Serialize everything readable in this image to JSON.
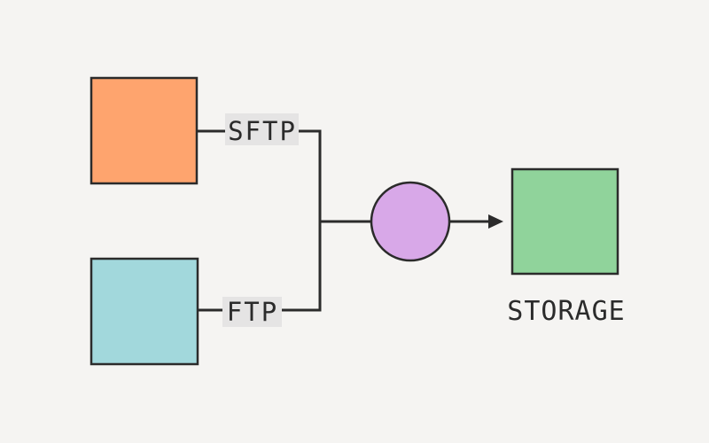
{
  "diagram": {
    "background": "#f5f4f2",
    "line_color": "#2b2b2b",
    "text_color": "#2b2b2b",
    "edge_label_bg": "#e5e4e4",
    "nodes": {
      "source_top": {
        "shape": "square",
        "fill": "#fea46e"
      },
      "source_bottom": {
        "shape": "square",
        "fill": "#a2d8dc"
      },
      "processor": {
        "shape": "circle",
        "fill": "#d8a8e8"
      },
      "storage": {
        "shape": "square",
        "fill": "#90d39b",
        "caption": "STORAGE"
      }
    },
    "edges": {
      "sftp": {
        "label": "SFTP"
      },
      "ftp": {
        "label": "FTP"
      }
    }
  }
}
